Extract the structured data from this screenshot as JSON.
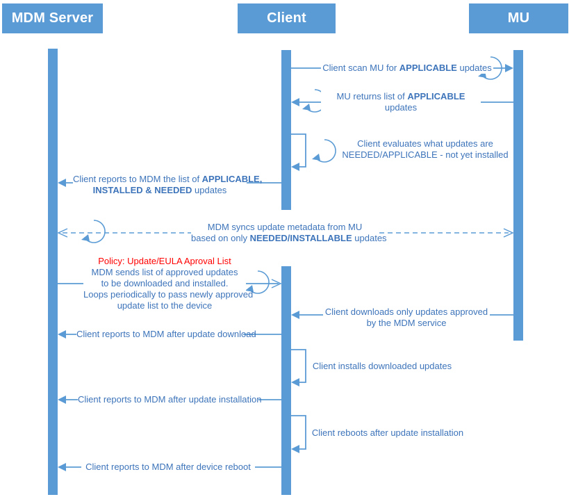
{
  "actors": [
    {
      "label": "MDM Server"
    },
    {
      "label": "Client"
    },
    {
      "label": "MU"
    }
  ],
  "colors": {
    "lifeline_fill": "#5B9BD5",
    "message_line": "#5B9BD5",
    "message_text": "#3D74BA",
    "policy_title_text": "#FF0000",
    "actor_box_text": "#FFFFFF"
  },
  "messages": {
    "scan": {
      "pre": "Client scan MU for ",
      "bold": "APPLICABLE",
      "post": " updates"
    },
    "mu_returns": {
      "pre": "MU returns list of ",
      "bold": "APPLICABLE",
      "line2": "updates"
    },
    "evaluates": {
      "line1": "Client evaluates what updates are",
      "line2": "NEEDED/APPLICABLE - not yet installed"
    },
    "reports_list": {
      "pre": "Client reports to MDM the list of ",
      "bold1": "APPLICABLE,",
      "bold2": "INSTALLED & NEEDED",
      "post": " updates"
    },
    "sync": {
      "line1": "MDM syncs update metadata from MU",
      "line2_pre": "based on only ",
      "line2_bold": "NEEDED/INSTALLABLE",
      "line2_post": " updates"
    },
    "policy": {
      "title": "Policy: Update/EULA Aproval List",
      "line1": "MDM sends list of approved updates",
      "line2": "to be downloaded and installed.",
      "line3": "Loops periodically to pass newly approved",
      "line4": "update list to the device"
    },
    "downloads": {
      "line1": "Client downloads only updates approved",
      "line2": "by the MDM service"
    },
    "report_download": "Client reports to MDM after update download",
    "installs": "Client installs downloaded updates",
    "report_install": "Client reports to MDM after update installation",
    "reboots": "Client reboots after update installation",
    "report_reboot": "Client reports to MDM after device reboot"
  }
}
